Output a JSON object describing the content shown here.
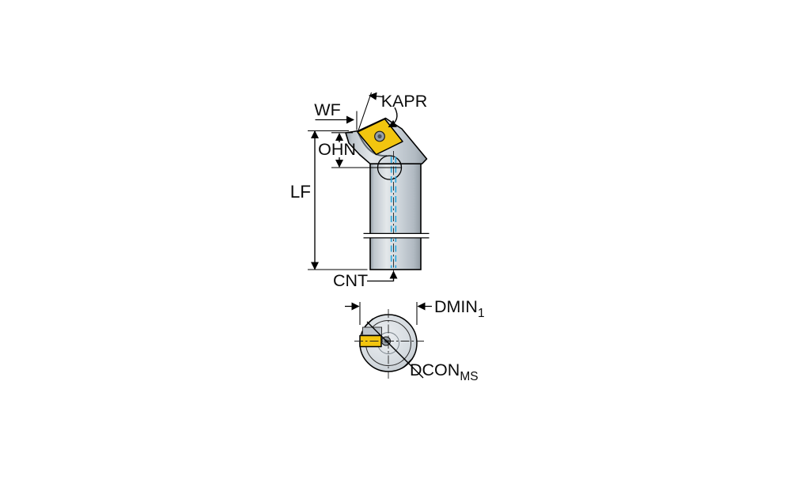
{
  "diagram": {
    "labels": {
      "kapr": "KAPR",
      "wf": "WF",
      "ohn": "OHN",
      "lf": "LF",
      "cnt": "CNT",
      "dmin": "DMIN",
      "dmin_sub": "1",
      "dcon": "DCON",
      "dcon_sub": "MS"
    },
    "colors": {
      "insert_yellow": "#F2C50F",
      "coolant_blue": "#2FA8DC",
      "steel_light": "#E3E7EA",
      "steel_mid": "#C7CED5",
      "steel_dark": "#97A1A9",
      "line": "#000000"
    }
  }
}
